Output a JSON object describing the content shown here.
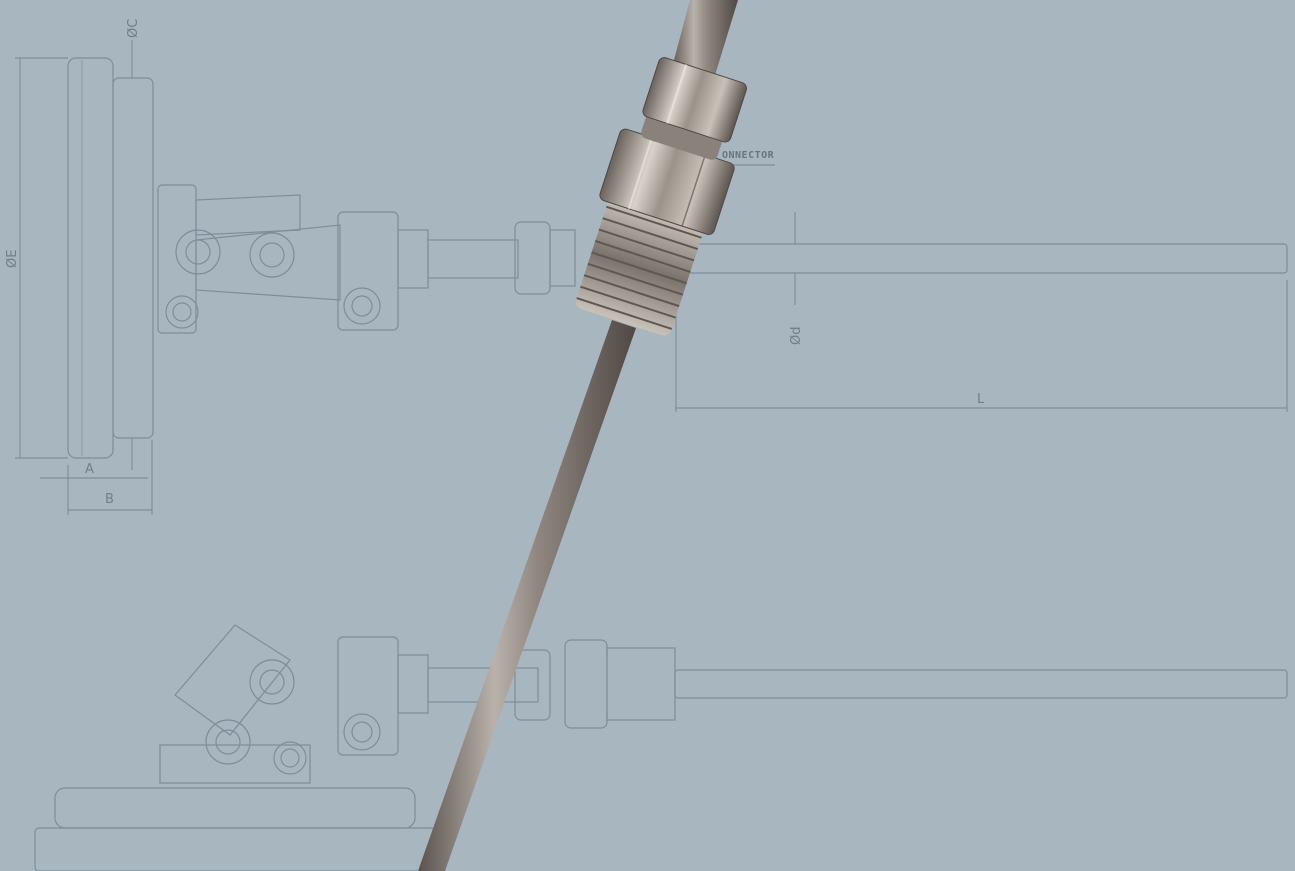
{
  "labels": {
    "dia_c": "ØC",
    "dia_e": "ØE",
    "dia_d": "Ød",
    "a": "A",
    "b": "B",
    "l": "L",
    "connector": "ONNECTOR"
  },
  "colors": {
    "background": "#a8b6c0",
    "drawing_line": "#7d8e9a",
    "metal_light": "#d7d2cc",
    "metal_dark": "#6d6660"
  }
}
